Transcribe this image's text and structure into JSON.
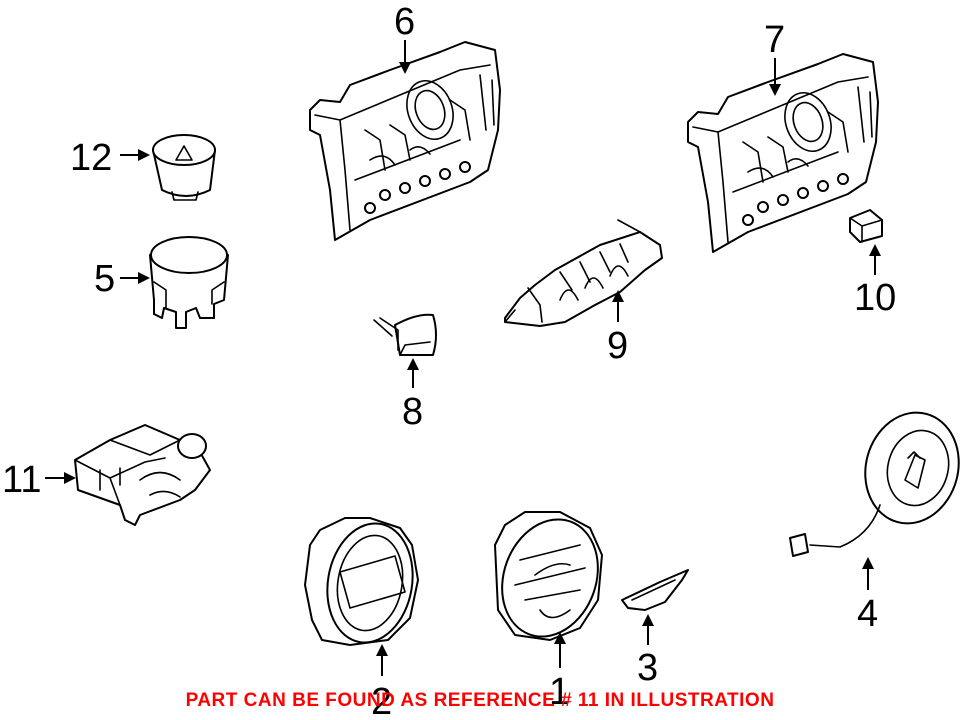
{
  "diagram": {
    "callouts": {
      "c1": "1",
      "c2": "2",
      "c3": "3",
      "c4": "4",
      "c5": "5",
      "c6": "6",
      "c7": "7",
      "c8": "8",
      "c9": "9",
      "c10": "10",
      "c11": "11",
      "c12": "12"
    },
    "notice": "PART CAN BE FOUND AS REFERENCE # 11 IN ILLUSTRATION",
    "colors": {
      "notice": "#ff0000",
      "lines": "#000000",
      "background": "#ffffff"
    }
  }
}
